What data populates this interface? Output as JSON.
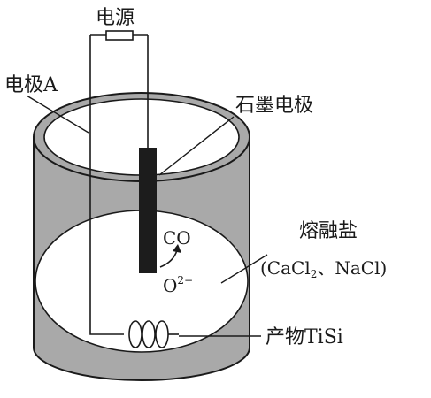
{
  "labels": {
    "power_source": "电源",
    "electrode_a": "电极A",
    "graphite_electrode": "石墨电极",
    "molten_salt": "熔融盐",
    "salt_open": "(CaCl",
    "salt_sub": "2",
    "salt_close": "、NaCl)",
    "co": "CO",
    "oxide_base": "O",
    "oxide_charge": "2−",
    "product": "产物TiSi"
  },
  "colors": {
    "cylinder_fill": "#a9a9a9",
    "interior": "#ffffff",
    "line": "#1a1a1a",
    "electrode": "#1c1c1c"
  }
}
